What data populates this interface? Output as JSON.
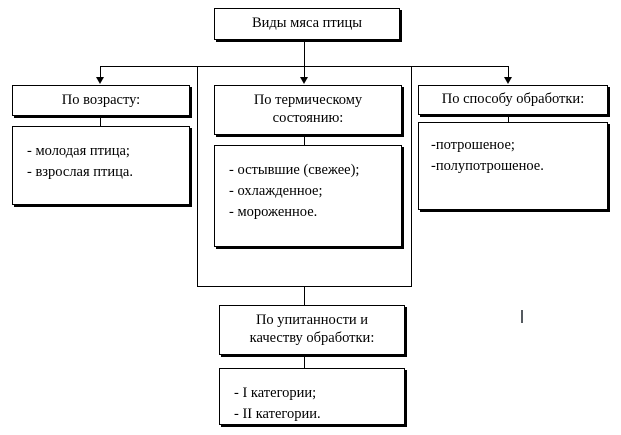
{
  "diagram": {
    "title": "Виды мяса птицы",
    "root": {
      "label": "Виды мяса птицы"
    },
    "branches": [
      {
        "key": "age",
        "header_lines": [
          "По возрасту:"
        ],
        "items": [
          "- молодая птица;",
          "- взрослая птица."
        ]
      },
      {
        "key": "thermal-state",
        "header_lines": [
          "По термическому",
          "состоянию:"
        ],
        "items": [
          "- остывшие (свежее);",
          "- охлажденное;",
          "- мороженное."
        ]
      },
      {
        "key": "processing-method",
        "header_lines": [
          "По способу обработки:"
        ],
        "items": [
          "-потрошеное;",
          "-полупотрошеное."
        ]
      },
      {
        "key": "fatness-and-quality",
        "header_lines": [
          "По упитанности и",
          "качеству обработки:"
        ],
        "items": [
          "- I категории;",
          "- II категории."
        ]
      }
    ],
    "colors": {
      "line": "#000000",
      "box_fill": "#ffffff",
      "text": "#000000",
      "caret": "#555a60"
    }
  }
}
